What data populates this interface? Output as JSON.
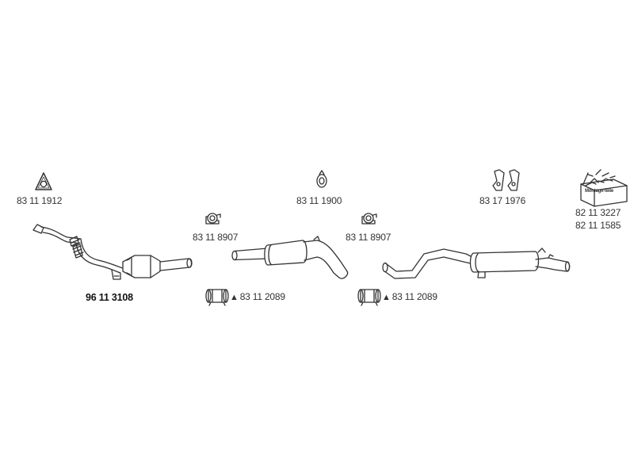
{
  "parts": {
    "gasket_front": {
      "number": "83 11 1912",
      "icon": "triangular-flange-gasket-icon"
    },
    "clamp_left": {
      "number": "83 11 8907",
      "icon": "pipe-clamp-icon"
    },
    "ring_middle": {
      "number": "83 11 1900",
      "icon": "rubber-hanger-ring-icon"
    },
    "clamp_right": {
      "number": "83 11 8907",
      "icon": "pipe-clamp-icon"
    },
    "rubber_mounts": {
      "number": "83 17 1976",
      "icon": "rubber-mount-pair-icon"
    },
    "mounting_kit_a": {
      "number": "82 11 3227",
      "icon": "mounting-kit-box-icon"
    },
    "mounting_kit_b": {
      "number": "82 11 1585"
    },
    "front_pipe_catalyst": {
      "number": "96 11 3108",
      "icon": "front-pipe-catalyst-icon"
    },
    "sleeve_left": {
      "number": "83 11 2089",
      "marker": "▲",
      "icon": "sleeve-clamp-icon"
    },
    "sleeve_right": {
      "number": "83 11 2089",
      "marker": "▲",
      "icon": "sleeve-clamp-icon"
    },
    "middle_silencer": {
      "icon": "middle-silencer-icon"
    },
    "rear_silencer": {
      "icon": "rear-silencer-icon"
    }
  },
  "mounting_kit_box_text": "Montage-teile",
  "colors": {
    "line": "#333333",
    "fill": "#ffffff",
    "text": "#333333"
  }
}
